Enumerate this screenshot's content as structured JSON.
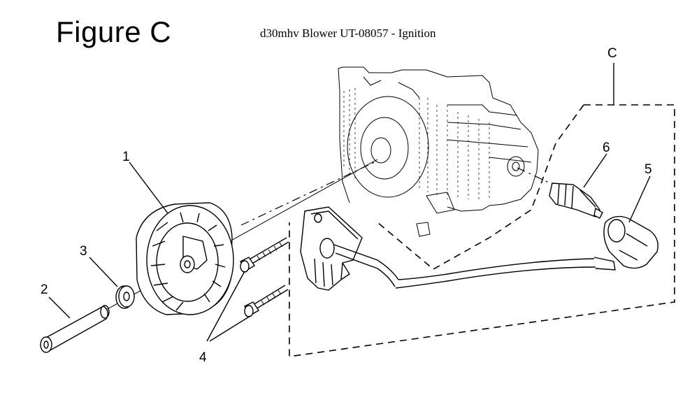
{
  "figure_title": "Figure C",
  "subtitle": "d30mhv Blower UT-08057 - Ignition",
  "callouts": {
    "flywheel": "1",
    "spacer_tube": "2",
    "washer": "3",
    "screws": "4",
    "spark_plug_boot": "5",
    "spark_plug": "6",
    "group": "C"
  }
}
